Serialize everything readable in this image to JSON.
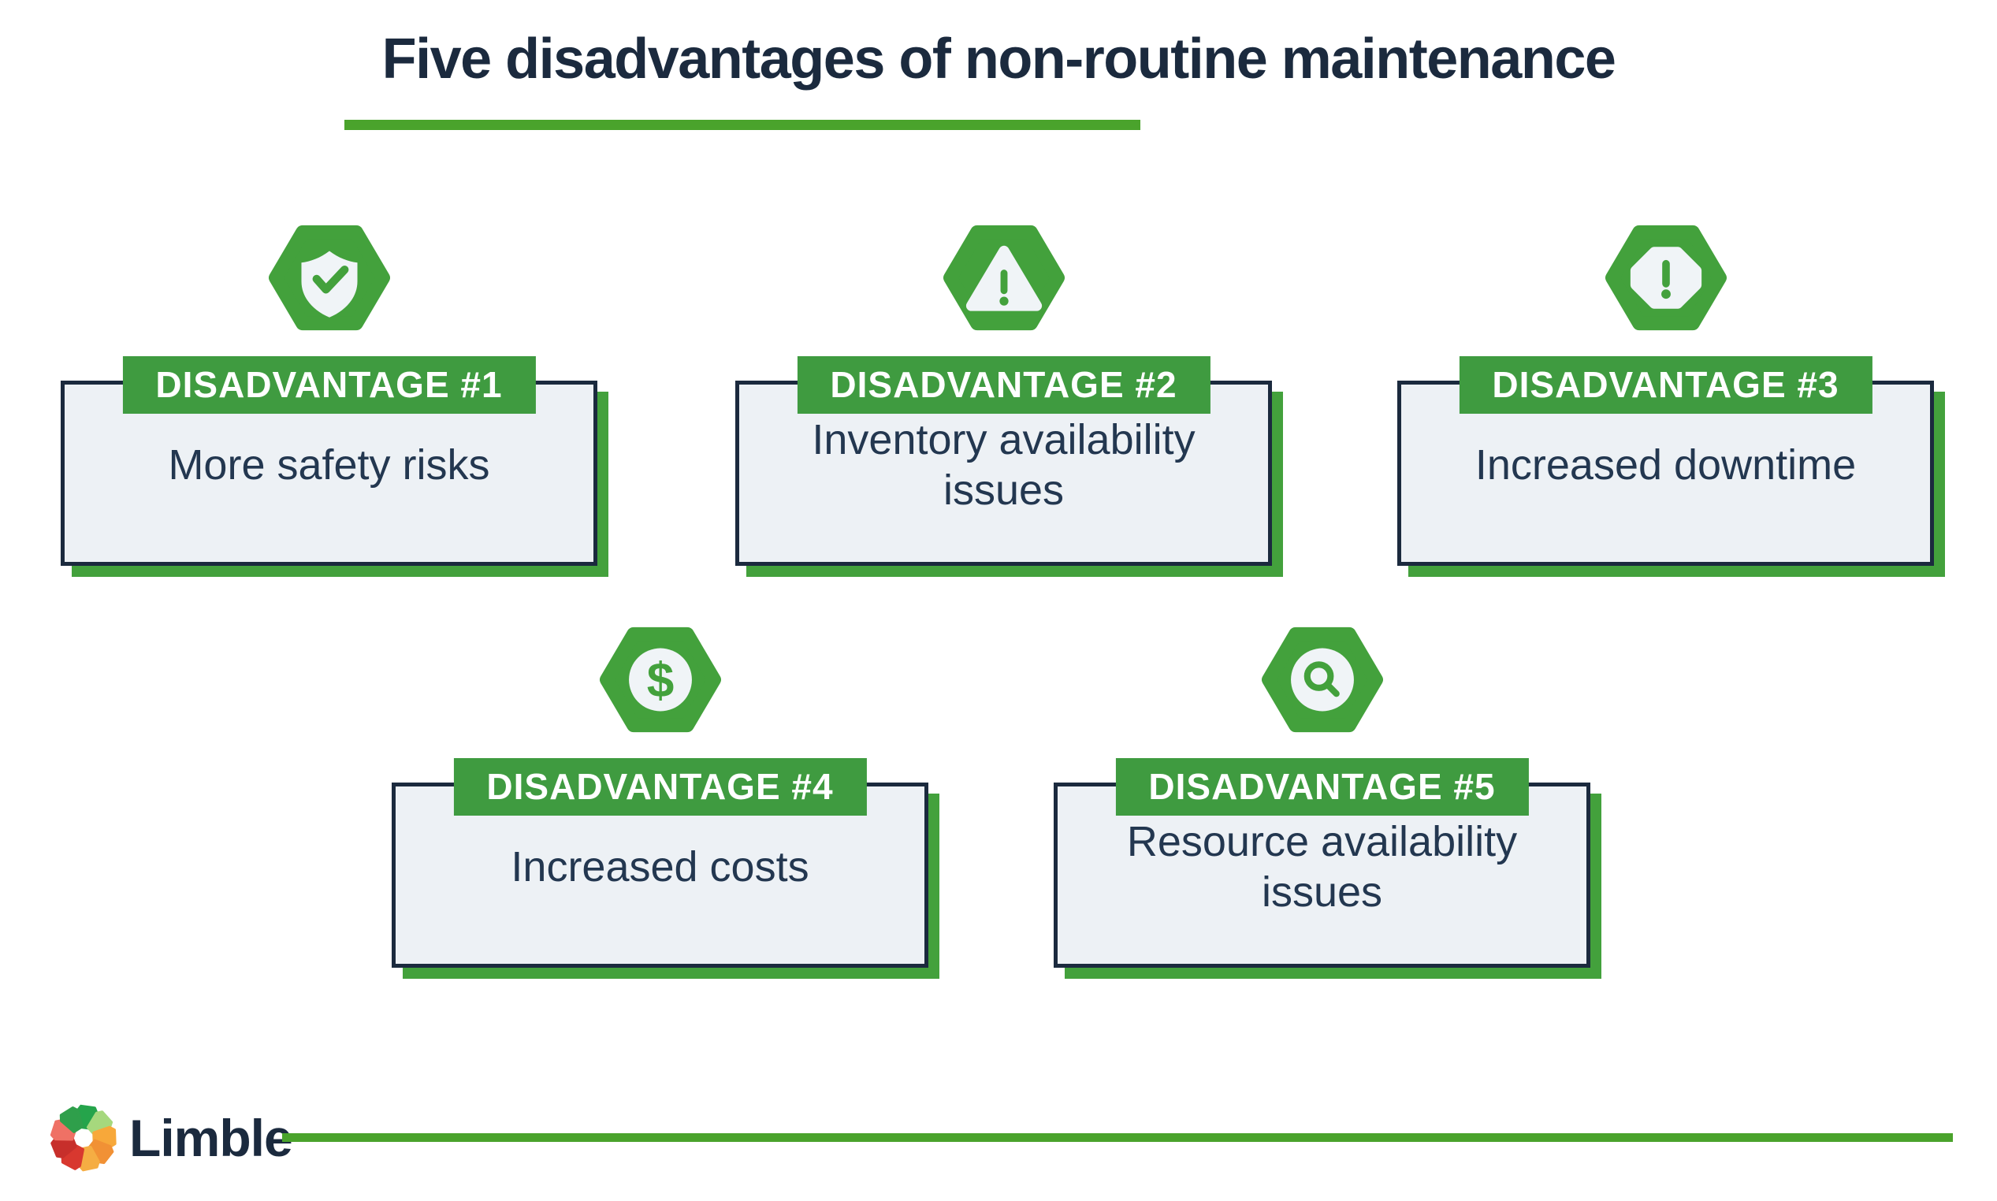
{
  "page": {
    "title": "Five disadvantages of non-routine maintenance"
  },
  "cards": [
    {
      "badge": "DISADVANTAGE #1",
      "text": "More safety risks",
      "icon": "shield-check-icon"
    },
    {
      "badge": "DISADVANTAGE #2",
      "text": "Inventory availability issues",
      "icon": "warning-triangle-icon"
    },
    {
      "badge": "DISADVANTAGE #3",
      "text": "Increased downtime",
      "icon": "alert-octagon-icon"
    },
    {
      "badge": "DISADVANTAGE #4",
      "text": "Increased costs",
      "icon": "dollar-icon"
    },
    {
      "badge": "DISADVANTAGE #5",
      "text": "Resource availability issues",
      "icon": "magnifier-icon"
    }
  ],
  "glyphs": {
    "dollar": "$"
  },
  "footer": {
    "brand": "Limble"
  },
  "colors": {
    "green": "#43a13c",
    "badge_green": "#3f9b40",
    "line_green": "#4aa32c",
    "navy": "#1b2a3e",
    "card_bg": "#edf1f5",
    "card_text": "#233750",
    "icon_white": "#f0f4f7",
    "logo_palette": [
      "#25a44b",
      "#a6d87d",
      "#f7a83a",
      "#f19135",
      "#f5ad43",
      "#d8382f",
      "#c72f2b",
      "#ef7165",
      "#2f9f4b"
    ]
  }
}
